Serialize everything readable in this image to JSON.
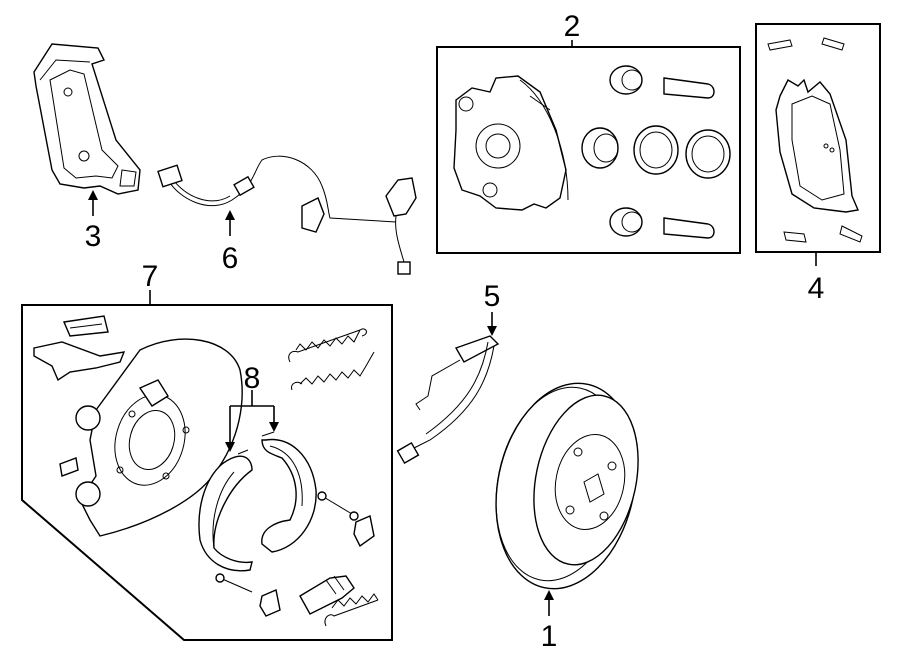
{
  "callouts": [
    {
      "id": "c1",
      "label": "1"
    },
    {
      "id": "c2",
      "label": "2"
    },
    {
      "id": "c3",
      "label": "3"
    },
    {
      "id": "c4",
      "label": "4"
    },
    {
      "id": "c5",
      "label": "5"
    },
    {
      "id": "c6",
      "label": "6"
    },
    {
      "id": "c7",
      "label": "7"
    },
    {
      "id": "c8",
      "label": "8"
    }
  ],
  "parts": {
    "rotor": "brake-rotor",
    "caliper_kit": "caliper-assembly",
    "caliper_bracket": "caliper-bracket",
    "pad_kit": "brake-pad-set",
    "wear_sensor": "pad-wear-sensor",
    "abs_sensor": "abs-wheel-speed-sensor",
    "parking_brake_kit": "parking-brake-assembly",
    "brake_shoes": "parking-brake-shoes"
  }
}
